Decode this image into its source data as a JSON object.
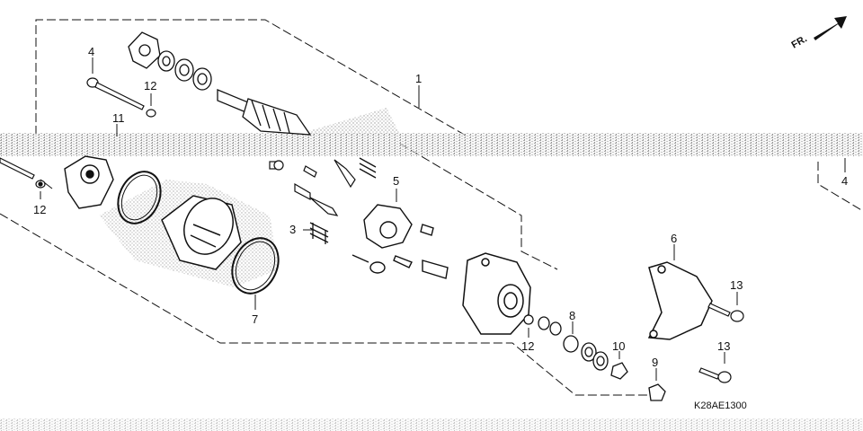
{
  "diagram": {
    "part_code": "K28AE1300",
    "direction_label": "FR.",
    "callouts": [
      {
        "id": "callout-1-top",
        "text": "1"
      },
      {
        "id": "callout-4-left",
        "text": "4"
      },
      {
        "id": "callout-4-right",
        "text": "4"
      },
      {
        "id": "callout-12-top",
        "text": "12"
      },
      {
        "id": "callout-11",
        "text": "11"
      },
      {
        "id": "callout-12-left",
        "text": "12"
      },
      {
        "id": "callout-3",
        "text": "3"
      },
      {
        "id": "callout-5",
        "text": "5"
      },
      {
        "id": "callout-7",
        "text": "7"
      },
      {
        "id": "callout-6",
        "text": "6"
      },
      {
        "id": "callout-13-upper",
        "text": "13"
      },
      {
        "id": "callout-13-lower",
        "text": "13"
      },
      {
        "id": "callout-8",
        "text": "8"
      },
      {
        "id": "callout-12-bottom",
        "text": "12"
      },
      {
        "id": "callout-10",
        "text": "10"
      },
      {
        "id": "callout-9",
        "text": "9"
      }
    ]
  }
}
